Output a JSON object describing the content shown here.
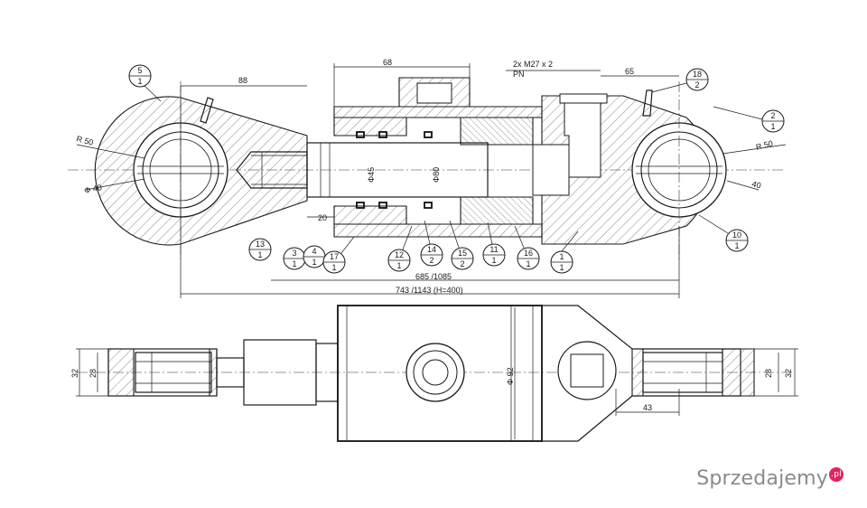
{
  "dimensions": {
    "d88": "88",
    "d68": "68",
    "d65": "65",
    "port": "2x M27 x 2",
    "pn": "PN",
    "r50_left": "R 50",
    "phi40_left": "Φ 40",
    "r50_right": "R 50",
    "d40_right": "40",
    "phi45": "Φ45",
    "phi80": "Φ80",
    "d20": "20",
    "d685": "685 /1085",
    "d743": "743 /1143  (H=400)",
    "d32_left": "32",
    "d28_left": "28",
    "phi92": "Φ 92",
    "d43": "43",
    "d28_right": "28",
    "d32_right": "32"
  },
  "balloons": [
    {
      "top": "5",
      "bottom": "1"
    },
    {
      "top": "18",
      "bottom": "2"
    },
    {
      "top": "2",
      "bottom": "1"
    },
    {
      "top": "13",
      "bottom": "1"
    },
    {
      "top": "3",
      "bottom": "1"
    },
    {
      "top": "4",
      "bottom": "1"
    },
    {
      "top": "17",
      "bottom": "1"
    },
    {
      "top": "12",
      "bottom": "1"
    },
    {
      "top": "14",
      "bottom": "2"
    },
    {
      "top": "15",
      "bottom": "2"
    },
    {
      "top": "11",
      "bottom": "1"
    },
    {
      "top": "16",
      "bottom": "1"
    },
    {
      "top": "1",
      "bottom": "1"
    },
    {
      "top": "10",
      "bottom": "1"
    }
  ],
  "watermark": {
    "text": "Sprzedajemy",
    "badge": ".pl",
    "color": "#8a8a8a",
    "badge_color": "#e0245e"
  }
}
